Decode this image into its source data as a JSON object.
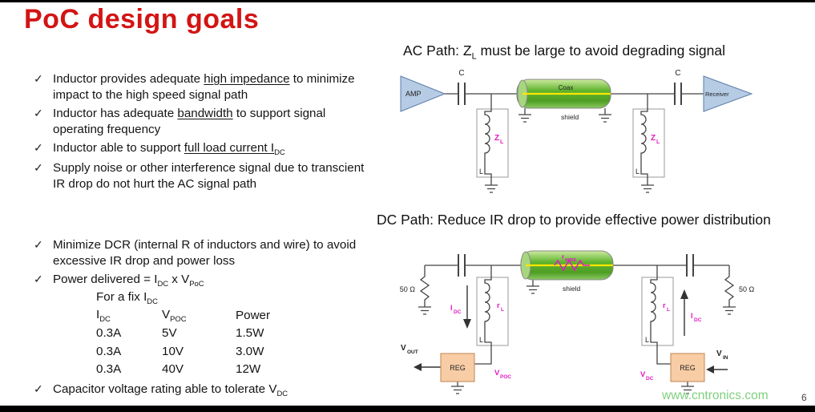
{
  "slide": {
    "title": "PoC design goals",
    "page_number": "6",
    "watermark": "www.cntronics.com",
    "check_mark": "✓"
  },
  "ac_goals": {
    "b1_pre": "Inductor provides adequate ",
    "b1_u": "high impedance",
    "b1_post": " to minimize impact to the high speed signal path",
    "b2_pre": "Inductor has adequate ",
    "b2_u": "bandwidth",
    "b2_post": " to support signal operating frequency",
    "b3_pre": "Inductor able to support ",
    "b3_u": "full load current I",
    "b3_sub": "DC",
    "b4": "Supply noise or other interference signal due to transcient IR drop do not hurt the AC signal path"
  },
  "dc_goals": {
    "b1": "Minimize DCR (internal R of inductors and wire) to avoid excessive IR drop and power loss",
    "b2_pre": "Power delivered = I",
    "b2_sub1": "DC",
    "b2_mid": " x V",
    "b2_sub2": "PoC",
    "fix_pre": "For a fix I",
    "fix_sub": "DC",
    "table": {
      "h1_base": "I",
      "h1_sub": "DC",
      "h2_base": "V",
      "h2_sub": "POC",
      "h3": "Power",
      "rows": [
        [
          "0.3A",
          "5V",
          "1.5W"
        ],
        [
          "0.3A",
          "10V",
          "3.0W"
        ],
        [
          "0.3A",
          "40V",
          "12W"
        ]
      ]
    },
    "b3_pre": "Capacitor voltage rating able to tolerate V",
    "b3_sub": "DC"
  },
  "ac": {
    "title_pre": "AC Path: Z",
    "title_sub": "L",
    "title_post": " must be large to avoid degrading signal",
    "amp": "AMP",
    "receiver": "Receiver",
    "cap": "C",
    "coax": "Coax",
    "shield": "shield",
    "z_base": "Z",
    "z_sub": "L",
    "inductor": "L"
  },
  "dc": {
    "title": "DC Path: Reduce IR drop to provide effective power distribution",
    "r50": "50 Ω",
    "rwire_base": "r",
    "rwire_sub": "WIRE",
    "shield": "shield",
    "rl_base": "r",
    "rl_sub": "L",
    "inductor": "L",
    "i_base": "I",
    "i_sub": "DC",
    "v_base": "V",
    "out_sub": "OUT",
    "in_sub": "IN",
    "poc_sub": "POC",
    "vdc_sub": "DC",
    "reg": "REG"
  },
  "colors": {
    "title_red": "#d31414",
    "magenta": "#e318c4",
    "coax_green": "#5db32c",
    "coax_core_yellow": "#ffe600",
    "amp_blue": "#b6cbe4",
    "reg_orange": "#f8cda6",
    "watermark_green": "#7ed07e"
  }
}
